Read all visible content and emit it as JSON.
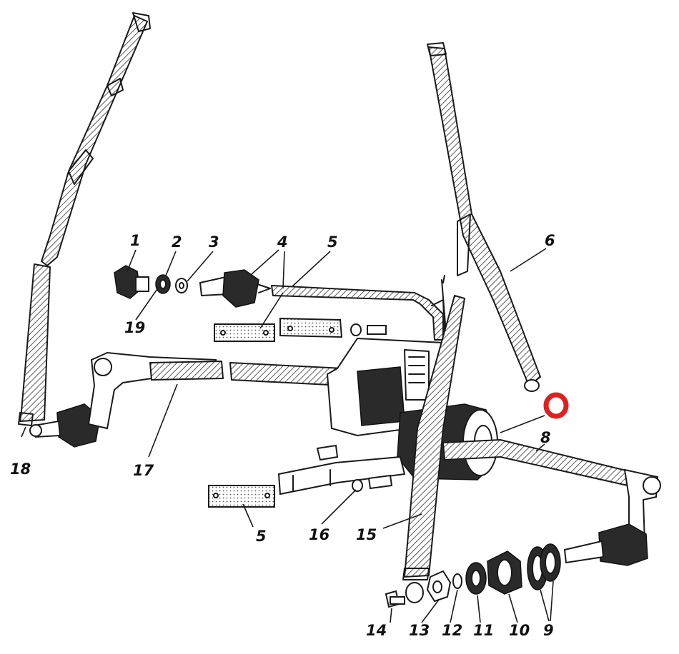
{
  "diagram": {
    "labels": {
      "l1": "1",
      "l2": "2",
      "l3": "3",
      "l4": "4",
      "l5a": "5",
      "l5b": "5",
      "l6": "6",
      "l8": "8",
      "l9": "9",
      "l10": "10",
      "l11": "11",
      "l12": "12",
      "l13": "13",
      "l14": "14",
      "l15": "15",
      "l16": "16",
      "l17": "17",
      "l18": "18",
      "l19": "19"
    },
    "marker": {
      "color": "#e02020"
    }
  }
}
